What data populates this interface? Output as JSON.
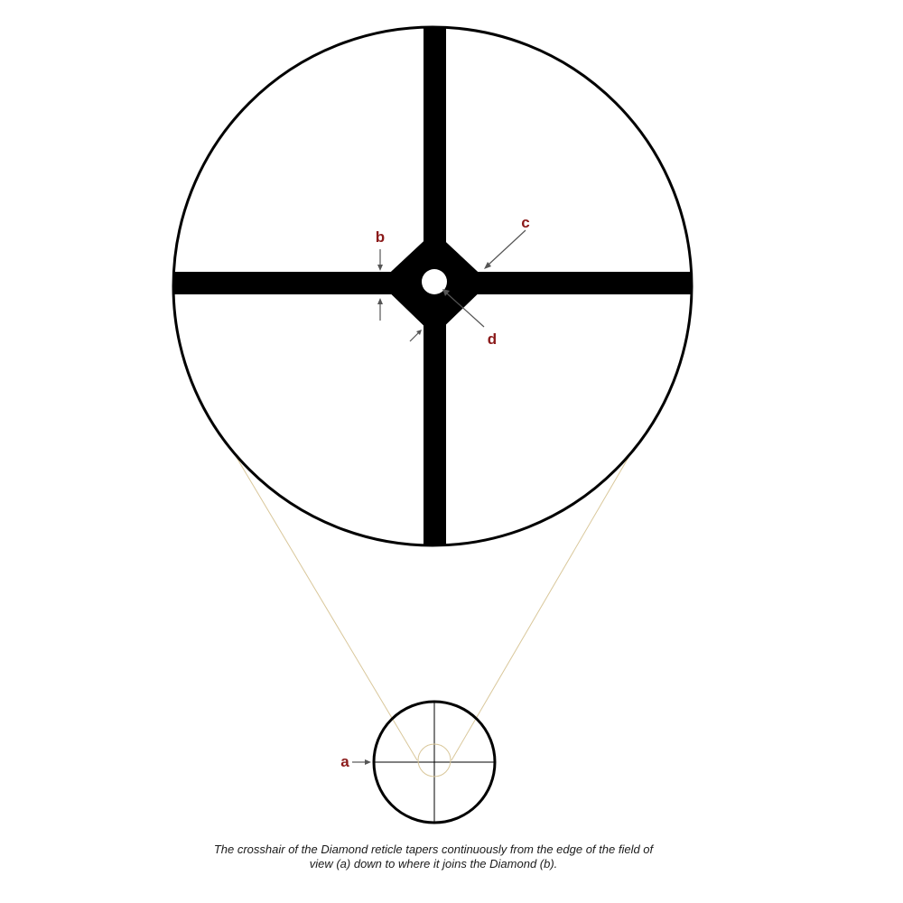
{
  "labels": {
    "a": "a",
    "b": "b",
    "c": "c",
    "d": "d"
  },
  "caption": "The crosshair of the Diamond reticle tapers continuously from the edge of the field of view (a) down to where it joins the Diamond (b).",
  "colors": {
    "label": "#8b1a1a",
    "reticle": "#000000",
    "pointer": "#555555",
    "zoom_lines": "#d9c79a"
  }
}
